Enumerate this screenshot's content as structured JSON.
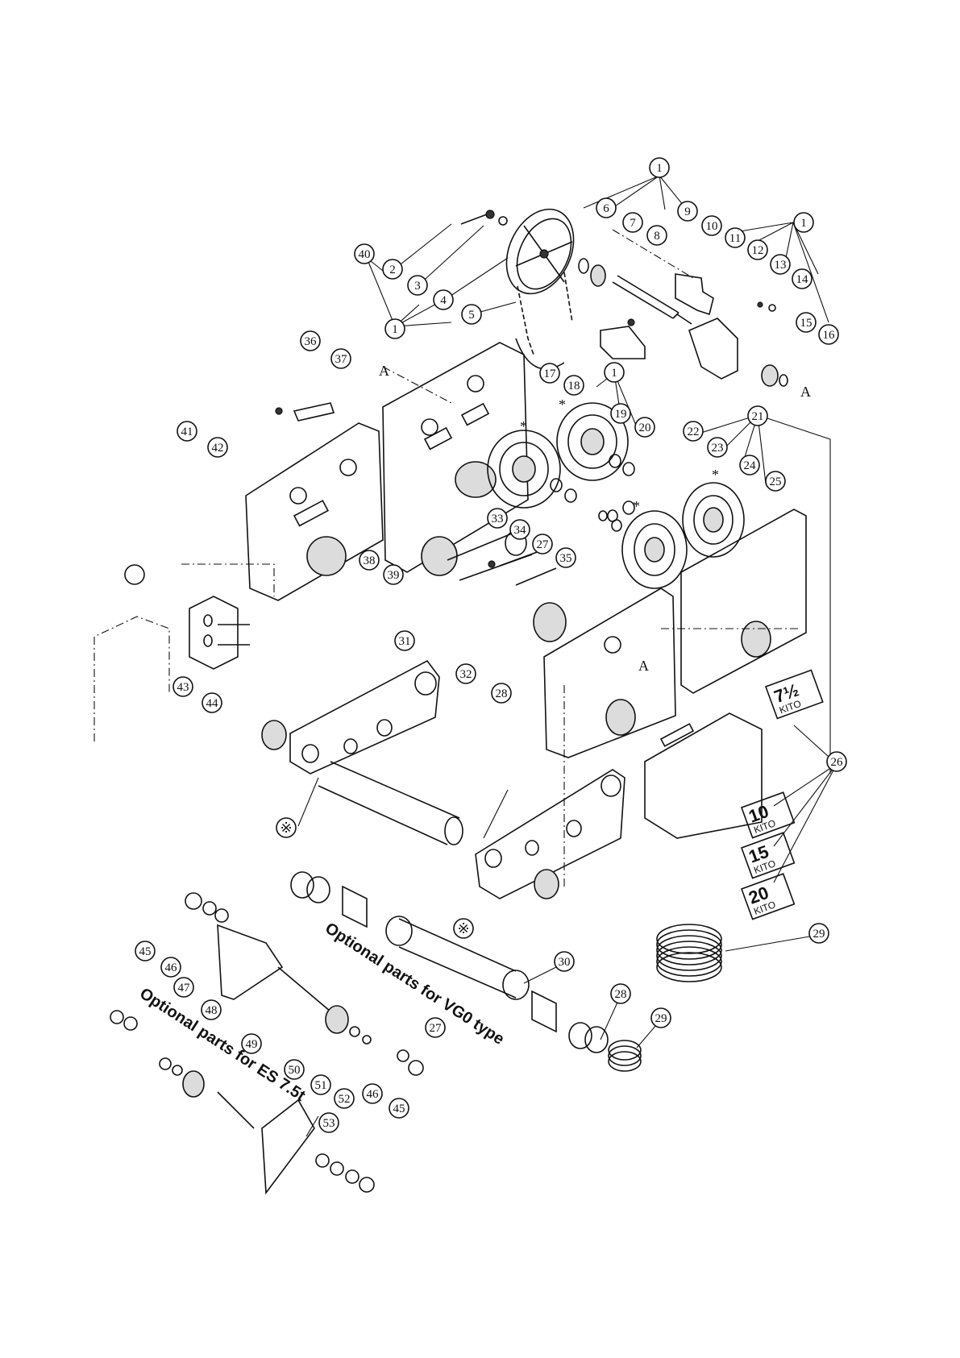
{
  "labels": {
    "optional_vg0": "Optional parts for VG0 type",
    "optional_es": "Optional parts for ES 7.5t",
    "section_a": "A",
    "star_mark": "*",
    "ref_mark": "※"
  },
  "plates": [
    {
      "big": "7½",
      "small": "KITO"
    },
    {
      "big": "10",
      "small": "KITO"
    },
    {
      "big": "15",
      "small": "KITO"
    },
    {
      "big": "20",
      "small": "KITO"
    }
  ],
  "callouts": [
    {
      "n": "1"
    },
    {
      "n": "6"
    },
    {
      "n": "7"
    },
    {
      "n": "8"
    },
    {
      "n": "9"
    },
    {
      "n": "10"
    },
    {
      "n": "11"
    },
    {
      "n": "1"
    },
    {
      "n": "40"
    },
    {
      "n": "2"
    },
    {
      "n": "3"
    },
    {
      "n": "4"
    },
    {
      "n": "5"
    },
    {
      "n": "1"
    },
    {
      "n": "12"
    },
    {
      "n": "13"
    },
    {
      "n": "14"
    },
    {
      "n": "15"
    },
    {
      "n": "16"
    },
    {
      "n": "36"
    },
    {
      "n": "37"
    },
    {
      "n": "17"
    },
    {
      "n": "18"
    },
    {
      "n": "1"
    },
    {
      "n": "19"
    },
    {
      "n": "20"
    },
    {
      "n": "21"
    },
    {
      "n": "22"
    },
    {
      "n": "23"
    },
    {
      "n": "24"
    },
    {
      "n": "25"
    },
    {
      "n": "41"
    },
    {
      "n": "42"
    },
    {
      "n": "33"
    },
    {
      "n": "34"
    },
    {
      "n": "27"
    },
    {
      "n": "35"
    },
    {
      "n": "38"
    },
    {
      "n": "39"
    },
    {
      "n": "31"
    },
    {
      "n": "32"
    },
    {
      "n": "28"
    },
    {
      "n": "43"
    },
    {
      "n": "44"
    },
    {
      "n": "26"
    },
    {
      "n": "29"
    },
    {
      "n": "30"
    },
    {
      "n": "28"
    },
    {
      "n": "29"
    },
    {
      "n": "45"
    },
    {
      "n": "46"
    },
    {
      "n": "47"
    },
    {
      "n": "48"
    },
    {
      "n": "49"
    },
    {
      "n": "27"
    },
    {
      "n": "50"
    },
    {
      "n": "51"
    },
    {
      "n": "52"
    },
    {
      "n": "46"
    },
    {
      "n": "45"
    },
    {
      "n": "53"
    }
  ]
}
